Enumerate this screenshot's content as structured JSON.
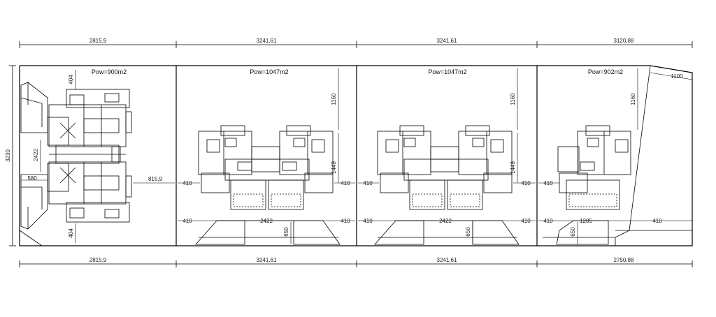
{
  "drawing": {
    "top_dimensions": [
      "2815,9",
      "3241,61",
      "3241,61",
      "3120,88"
    ],
    "bottom_dimensions": [
      "2815,9",
      "3241,61",
      "3241,61",
      "2750,88"
    ],
    "left_height": "3230",
    "plots": [
      {
        "area": "Pow=900m2"
      },
      {
        "area": "Pow=1047m2"
      },
      {
        "area": "Pow=1047m2"
      },
      {
        "area": "Pow=902m2"
      }
    ],
    "plot1_dims": {
      "d404_top": "404",
      "d404_bottom": "404",
      "d2422": "2422",
      "d580": "580",
      "d815": "815,9"
    },
    "plot2_dims": {
      "d1160": "1160",
      "d1449": "1449",
      "d410_l": "410",
      "d410_r": "410",
      "d410_lb": "410",
      "d2422": "2422",
      "d410_rb": "410",
      "d650": "650"
    },
    "plot3_dims": {
      "d1160": "1160",
      "d1449": "1449",
      "d410_l": "410",
      "d410_r": "410",
      "d410_lb": "410",
      "d2422": "2422",
      "d410_rb": "410",
      "d650": "650"
    },
    "plot4_dims": {
      "d1160": "1160",
      "d1100": "1100",
      "d410_l": "410",
      "d410_lb": "410",
      "d1285": "1285",
      "d410_rb": "410",
      "d650": "650"
    },
    "line_color": "#000000",
    "background": "#ffffff"
  }
}
